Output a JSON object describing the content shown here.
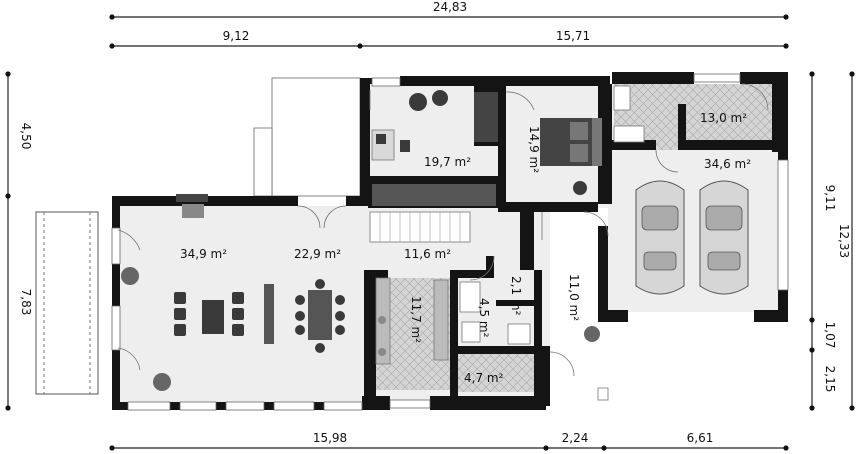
{
  "dimensions": {
    "top_total": "24,83",
    "top_left": "9,12",
    "top_right": "15,71",
    "bottom_left": "15,98",
    "bottom_middle": "2,24",
    "bottom_right": "6,61",
    "left_top": "4,50",
    "left_main": "7,83",
    "right_total": "12,33",
    "right_upper": "9,11",
    "right_middle": "1,07",
    "right_lower": "2,15"
  },
  "rooms": {
    "living": "34,9 m²",
    "dining": "22,9 m²",
    "hall": "11,6 m²",
    "office": "19,7 m²",
    "bedroom": "14,9 m²",
    "utility": "13,0 m²",
    "garage": "34,6 m²",
    "kitchen": "11,7 m²",
    "bathroom": "4,5 m²",
    "wc": "2,1 m²",
    "pantry": "4,7 m²",
    "vestibule": "11,0 m²"
  },
  "colors": {
    "wall": "#141414",
    "floor": "#eeeeee",
    "tile": "#cfcfcf"
  }
}
